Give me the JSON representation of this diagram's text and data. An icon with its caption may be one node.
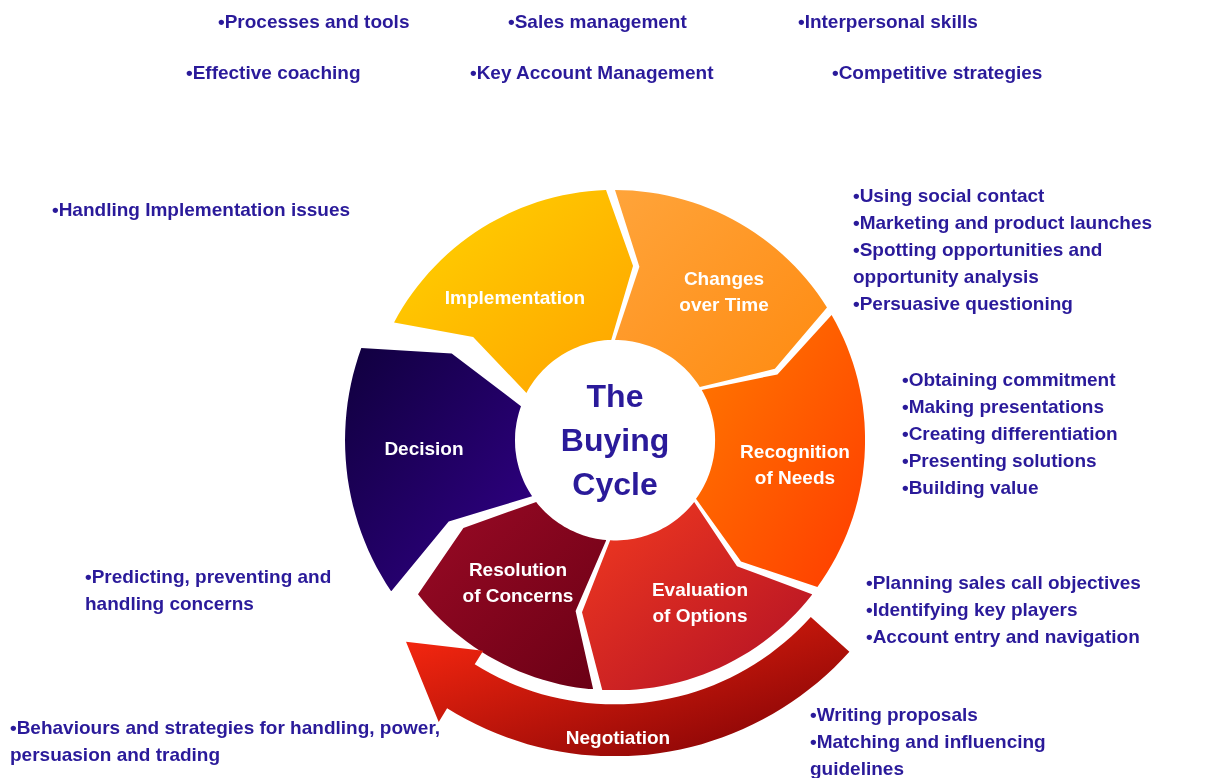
{
  "diagram": {
    "nodes": [
      {
        "text": [
          "The Buying Cycle"
        ]
      },
      {
        "text": [
          "Implementation"
        ]
      },
      {
        "text": [
          "Changes over Time"
        ]
      },
      {
        "text": [
          "Recognition of Needs"
        ]
      },
      {
        "text": [
          "Evaluation of Options"
        ]
      },
      {
        "text": [
          "Resolution of Concerns"
        ]
      },
      {
        "text": [
          "Decision"
        ]
      },
      {
        "text": [
          "Negotiation"
        ]
      }
    ],
    "labels": [
      "•Processes and tools",
      "•Sales management",
      "•Interpersonal skills",
      "•Effective coaching",
      "•Key Account Management",
      "•Competitive strategies",
      "•Handling Implementation issues",
      "•Using social contact",
      "•Marketing and product launches",
      "•Spotting opportunities and opportunity analysis",
      "•Persuasive questioning",
      "•Obtaining commitment",
      "•Making presentations",
      "•Creating differentiation",
      "•Presenting solutions",
      "•Building value",
      "•Planning sales call objectives",
      "•Identifying key players",
      "•Account entry and navigation",
      "•Predicting, preventing and handling concerns",
      "•Writing proposals",
      "•Behaviours and strategies for handling, power, persuasion and trading",
      "•Matching and influencing guidelines"
    ]
  }
}
